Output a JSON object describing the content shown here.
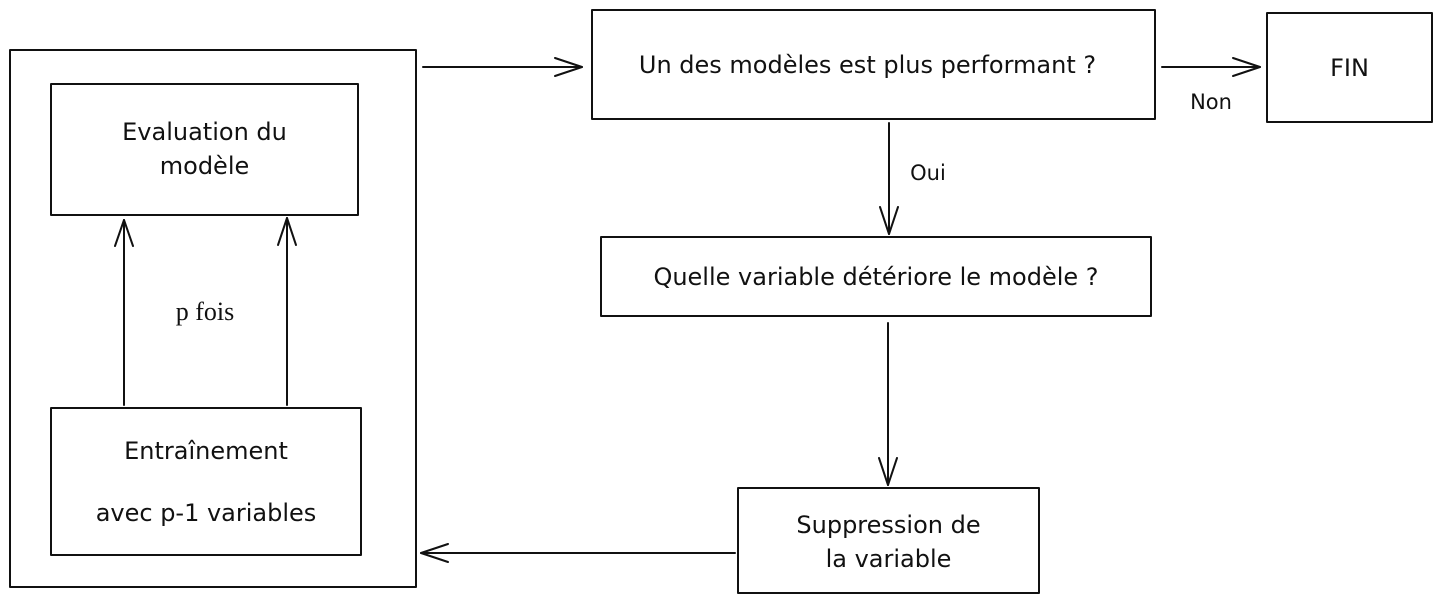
{
  "boxes": {
    "evaluation": {
      "line1": "Evaluation du",
      "line2": "modèle"
    },
    "training": {
      "line1": "Entraînement",
      "line2": "avec p-1 variables"
    },
    "question_performance": "Un des modèles est plus performant ?",
    "end": "FIN",
    "question_variable": "Quelle variable détériore le modèle ?",
    "suppression": {
      "line1": "Suppression de",
      "line2": "la variable"
    }
  },
  "edge_labels": {
    "repeat": "p fois",
    "yes": "Oui",
    "no": "Non"
  },
  "colors": {
    "stroke": "#111111",
    "background": "#ffffff"
  }
}
